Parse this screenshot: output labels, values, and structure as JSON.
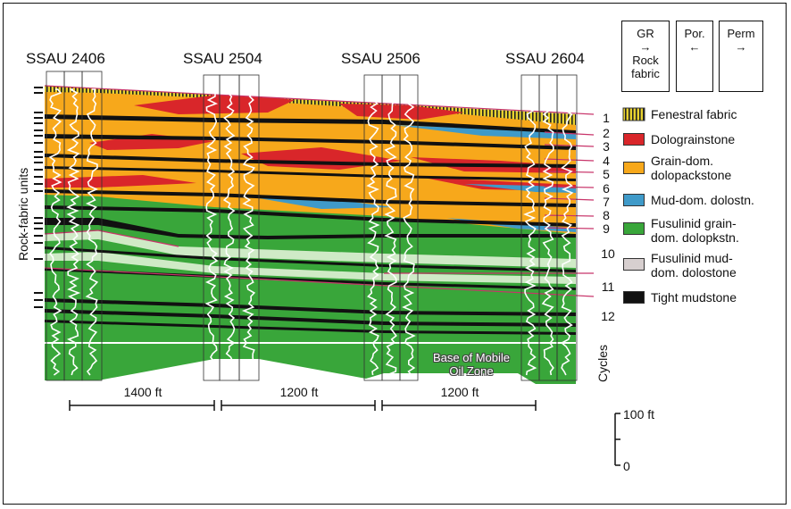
{
  "wells": [
    "SSAU 2406",
    "SSAU 2504",
    "SSAU 2506",
    "SSAU 2604"
  ],
  "key_boxes": [
    {
      "text": "GR\n→\nRock\nfabric"
    },
    {
      "text": "Por.\n←"
    },
    {
      "text": "Perm\n→"
    }
  ],
  "legend": [
    {
      "label": "Fenestral fabric",
      "color": "#e8d22e",
      "pattern": "hatch"
    },
    {
      "label": "Dolograinstone",
      "color": "#d9262a"
    },
    {
      "label": "Grain-dom.\ndolopackstone",
      "color": "#f7a81b"
    },
    {
      "label": "Mud-dom. dolostn.",
      "color": "#3f9ac9"
    },
    {
      "label": "Fusulinid grain-\ndom. dolopkstn.",
      "color": "#39a63a"
    },
    {
      "label": "Fusulinid mud-\ndom. dolostone",
      "color": "#d7cfcf"
    },
    {
      "label": "Tight mudstone",
      "color": "#111111"
    }
  ],
  "cycles": [
    "1",
    "2",
    "3",
    "4",
    "5",
    "6",
    "7",
    "8",
    "9",
    "10",
    "11",
    "12"
  ],
  "cycles_axis_label": "Cycles",
  "rock_fabric_axis_label": "Rock-fabric units",
  "distances": [
    "1400 ft",
    "1200 ft",
    "1200 ft"
  ],
  "base_label": "Base of Mobile\nOil Zone",
  "scale": {
    "top": "100 ft",
    "bottom": "0"
  }
}
